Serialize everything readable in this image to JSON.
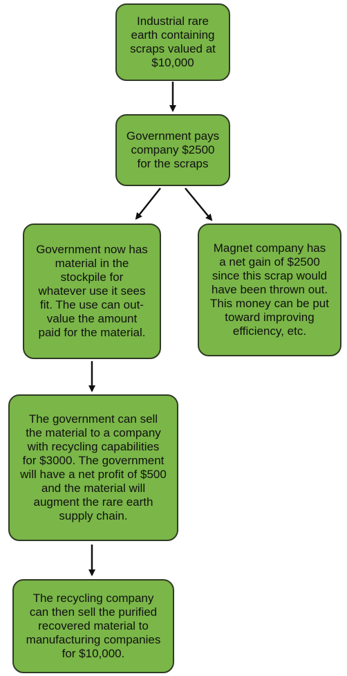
{
  "flowchart": {
    "nodes": [
      {
        "id": "n1",
        "text": "Industrial rare\nearth containing\nscraps valued at\n$10,000"
      },
      {
        "id": "n2",
        "text": "Government pays\ncompany $2500\nfor the scraps"
      },
      {
        "id": "n3",
        "text": "Government now has\nmaterial in the\nstockpile for\nwhatever use it sees\nfit. The use can out-\nvalue the amount\npaid for the material."
      },
      {
        "id": "n4",
        "text": "Magnet company has\na net gain of $2500\nsince this scrap would\nhave been thrown out.\nThis money can be put\ntoward improving\nefficiency, etc."
      },
      {
        "id": "n5",
        "text": "The government can sell\nthe material to a company\nwith recycling capabilities\nfor $3000. The government\nwill have a net profit of $500\nand the material will\naugment the rare earth\nsupply chain."
      },
      {
        "id": "n6",
        "text": "The recycling company\ncan then sell the purified\nrecovered material to\nmanufacturing companies\nfor $10,000."
      }
    ],
    "edges": [
      {
        "from": "n1",
        "to": "n2"
      },
      {
        "from": "n2",
        "to": "n3"
      },
      {
        "from": "n2",
        "to": "n4"
      },
      {
        "from": "n3",
        "to": "n5"
      },
      {
        "from": "n5",
        "to": "n6"
      }
    ],
    "colors": {
      "node_fill": "#7ab648",
      "node_border": "#2f3a24",
      "text": "#111111",
      "arrow": "#111111"
    }
  }
}
